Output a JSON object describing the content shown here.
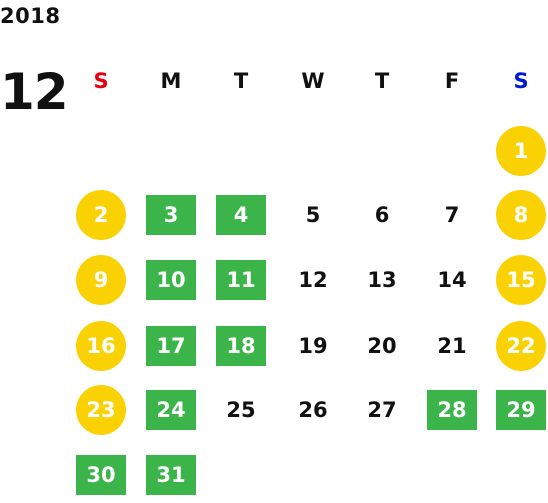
{
  "calendar": {
    "year": "2018",
    "month": "12",
    "weekdays": [
      {
        "label": "S",
        "color": "#e8000f"
      },
      {
        "label": "M",
        "color": "#111111"
      },
      {
        "label": "T",
        "color": "#111111"
      },
      {
        "label": "W",
        "color": "#111111"
      },
      {
        "label": "T",
        "color": "#111111"
      },
      {
        "label": "F",
        "color": "#111111"
      },
      {
        "label": "S",
        "color": "#0019d4"
      }
    ],
    "colors": {
      "weekend_circle": "#fad204",
      "highlight_square": "#3bb54a",
      "plain_text": "#111111"
    },
    "days": [
      {
        "day": "1",
        "week": 0,
        "col": 6,
        "style": "circle"
      },
      {
        "day": "2",
        "week": 1,
        "col": 0,
        "style": "circle"
      },
      {
        "day": "3",
        "week": 1,
        "col": 1,
        "style": "square"
      },
      {
        "day": "4",
        "week": 1,
        "col": 2,
        "style": "square"
      },
      {
        "day": "5",
        "week": 1,
        "col": 3,
        "style": "plain"
      },
      {
        "day": "6",
        "week": 1,
        "col": 4,
        "style": "plain"
      },
      {
        "day": "7",
        "week": 1,
        "col": 5,
        "style": "plain"
      },
      {
        "day": "8",
        "week": 1,
        "col": 6,
        "style": "circle"
      },
      {
        "day": "9",
        "week": 2,
        "col": 0,
        "style": "circle"
      },
      {
        "day": "10",
        "week": 2,
        "col": 1,
        "style": "square"
      },
      {
        "day": "11",
        "week": 2,
        "col": 2,
        "style": "square"
      },
      {
        "day": "12",
        "week": 2,
        "col": 3,
        "style": "plain"
      },
      {
        "day": "13",
        "week": 2,
        "col": 4,
        "style": "plain"
      },
      {
        "day": "14",
        "week": 2,
        "col": 5,
        "style": "plain"
      },
      {
        "day": "15",
        "week": 2,
        "col": 6,
        "style": "circle"
      },
      {
        "day": "16",
        "week": 3,
        "col": 0,
        "style": "circle"
      },
      {
        "day": "17",
        "week": 3,
        "col": 1,
        "style": "square"
      },
      {
        "day": "18",
        "week": 3,
        "col": 2,
        "style": "square"
      },
      {
        "day": "19",
        "week": 3,
        "col": 3,
        "style": "plain"
      },
      {
        "day": "20",
        "week": 3,
        "col": 4,
        "style": "plain"
      },
      {
        "day": "21",
        "week": 3,
        "col": 5,
        "style": "plain"
      },
      {
        "day": "22",
        "week": 3,
        "col": 6,
        "style": "circle"
      },
      {
        "day": "23",
        "week": 4,
        "col": 0,
        "style": "circle"
      },
      {
        "day": "24",
        "week": 4,
        "col": 1,
        "style": "square"
      },
      {
        "day": "25",
        "week": 4,
        "col": 2,
        "style": "plain"
      },
      {
        "day": "26",
        "week": 4,
        "col": 3,
        "style": "plain"
      },
      {
        "day": "27",
        "week": 4,
        "col": 4,
        "style": "plain"
      },
      {
        "day": "28",
        "week": 4,
        "col": 5,
        "style": "square"
      },
      {
        "day": "29",
        "week": 4,
        "col": 6,
        "style": "square"
      },
      {
        "day": "30",
        "week": 5,
        "col": 0,
        "style": "square"
      },
      {
        "day": "31",
        "week": 5,
        "col": 1,
        "style": "square"
      }
    ]
  }
}
